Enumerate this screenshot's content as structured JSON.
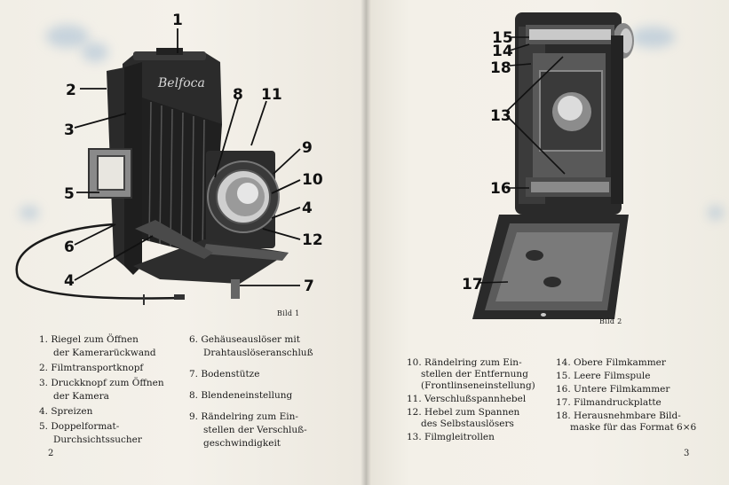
{
  "left_page": {
    "figure_caption": "Bild 1",
    "page_number": "2",
    "callouts": [
      "1",
      "2",
      "3",
      "5",
      "6",
      "4",
      "8",
      "11",
      "9",
      "10",
      "4",
      "12",
      "7"
    ],
    "camera_brand": "Belfoca",
    "legend_col1": [
      {
        "line1": "1. Riegel zum Öffnen",
        "line2": "der Kamerarückwand"
      },
      {
        "line1": "2. Filmtransportknopf",
        "line2": ""
      },
      {
        "line1": "3. Druckknopf zum Öffnen",
        "line2": "der Kamera"
      },
      {
        "line1": "4. Spreizen",
        "line2": ""
      },
      {
        "line1": "5. Doppelformat-",
        "line2": "Durchsichtssucher"
      }
    ],
    "legend_col2": [
      {
        "line1": "6. Gehäuseauslöser mit",
        "line2": "Drahtauslöseranschluß"
      },
      {
        "line1": "7. Bodenstütze",
        "line2": ""
      },
      {
        "line1": "8. Blendeneinstellung",
        "line2": ""
      },
      {
        "line1": "9. Rändelring zum Ein-",
        "line2": "stellen der Verschluß-",
        "line3": "geschwindigkeit"
      }
    ]
  },
  "right_page": {
    "figure_caption": "Bild 2",
    "page_number": "3",
    "callouts": [
      "15",
      "14",
      "18",
      "13",
      "16",
      "17"
    ],
    "legend_col1": [
      {
        "line1": "10. Rändelring zum Ein-",
        "line2": "stellen der Entfernung",
        "line3": "(Frontlinseneinstellung)"
      },
      {
        "line1": "11. Verschlußspannhebel",
        "line2": ""
      },
      {
        "line1": "12. Hebel zum Spannen",
        "line2": "des Selbstauslösers"
      },
      {
        "line1": "13. Filmgleitrollen",
        "line2": ""
      }
    ],
    "legend_col2": [
      {
        "line1": "14. Obere Filmkammer",
        "line2": ""
      },
      {
        "line1": "15. Leere Filmspule",
        "line2": ""
      },
      {
        "line1": "16. Untere Filmkammer",
        "line2": ""
      },
      {
        "line1": "17. Filmandruckplatte",
        "line2": ""
      },
      {
        "line1": "18. Herausnehmbare Bild-",
        "line2": "maske für das Format 6×6"
      }
    ]
  },
  "colors": {
    "paper": "#f2efe7",
    "ink": "#1b1b1b",
    "camera_body": "#2a2a2a",
    "stain": "#8fb2d4"
  }
}
